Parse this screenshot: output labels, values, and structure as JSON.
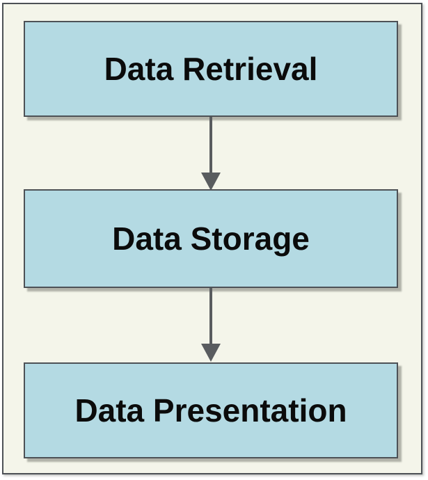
{
  "diagram": {
    "type": "flowchart",
    "direction": "top-to-bottom",
    "nodes": [
      {
        "id": "data-retrieval",
        "label": "Data Retrieval"
      },
      {
        "id": "data-storage",
        "label": "Data Storage"
      },
      {
        "id": "data-presentation",
        "label": "Data Presentation"
      }
    ],
    "edges": [
      {
        "from": "data-retrieval",
        "to": "data-storage",
        "style": "arrow-down"
      },
      {
        "from": "data-storage",
        "to": "data-presentation",
        "style": "arrow-down"
      }
    ],
    "colors": {
      "page_background": "#ffffff",
      "panel_background": "#f4f5ea",
      "panel_border": "#4d5156",
      "node_fill": "#b4dae3",
      "node_border": "#4d5156",
      "arrow": "#595c5f",
      "text": "#0b0b0b"
    }
  }
}
